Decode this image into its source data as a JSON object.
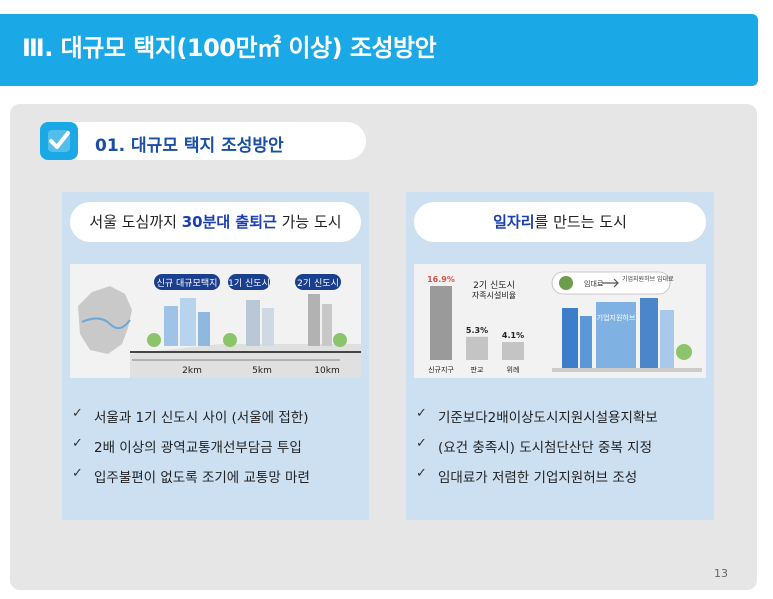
{
  "header": {
    "title": "Ⅲ. 대규모 택지(100만㎡ 이상) 조성방안"
  },
  "section": {
    "title": "01. 대규모 택지 조성방안"
  },
  "left_card": {
    "heading_pre": "서울 도심까지 ",
    "heading_hl": "30분대 출퇴근",
    "heading_post": " 가능 도시",
    "illus": {
      "tags": [
        "신규 대규모택지",
        "1기 신도시",
        "2기 신도시"
      ],
      "distances": [
        "2km",
        "5km",
        "10km"
      ]
    },
    "bullets": [
      "서울과 1기 신도시 사이 (서울에 접한)",
      "2배 이상의 광역교통개선부담금 투입",
      "입주불편이 없도록 조기에 교통망 마련"
    ]
  },
  "right_card": {
    "heading_hl": "일자리",
    "heading_post": "를 만드는 도시",
    "illus": {
      "bar_labels": [
        "신규지구",
        "판교",
        "위례"
      ],
      "bar_values_text": [
        "16.9%",
        "5.3%",
        "4.1%"
      ],
      "caption_line1": "2기 신도시",
      "caption_line2": "자족시설비율",
      "flow_left": "임대료",
      "flow_right": "기업지원허브 임대료",
      "building_sign": "기업지원허브"
    },
    "chart_data": {
      "type": "bar",
      "categories": [
        "신규지구",
        "판교",
        "위례"
      ],
      "values": [
        16.9,
        5.3,
        4.1
      ]
    },
    "bullets": [
      "기준보다2배이상도시지원시설용지확보",
      "(요건 충족시) 도시첨단산단 중복 지정",
      "임대료가 저렴한 기업지원허브 조성"
    ]
  },
  "footer": {
    "page": "13"
  },
  "colors": {
    "accent": "#1aa9e6",
    "title_blue": "#1a4fa3",
    "card_bg": "#cde0f2",
    "bar_red": "#d9534f"
  },
  "icons": {
    "checkbox": "checkbox-icon",
    "bullet": "check-mark-icon"
  }
}
